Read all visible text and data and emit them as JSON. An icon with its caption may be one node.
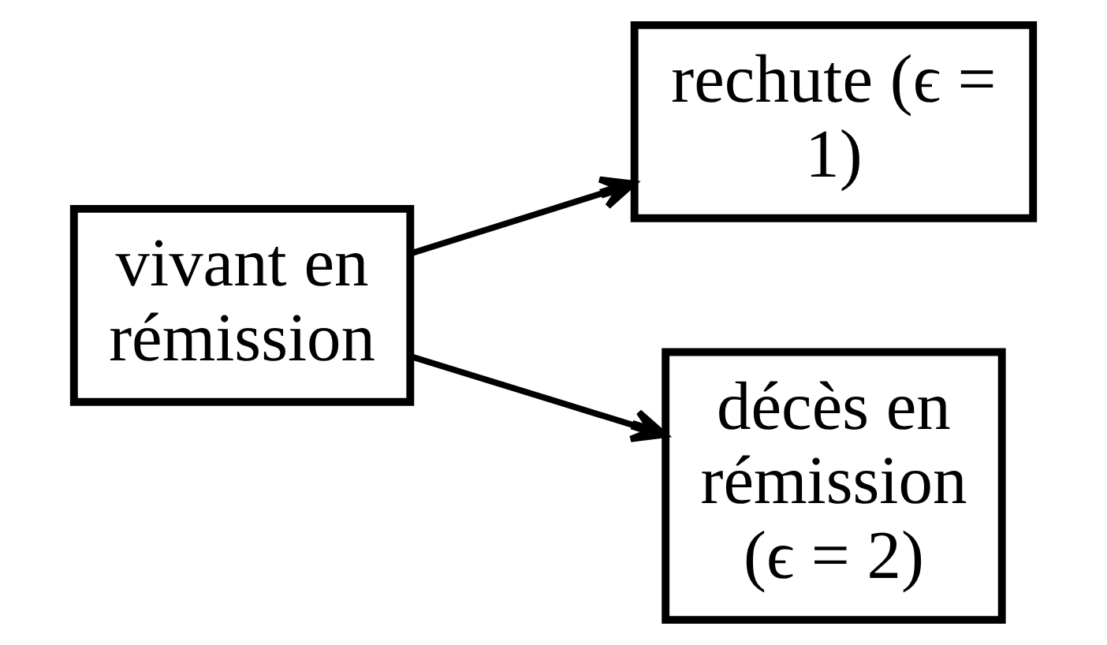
{
  "diagram": {
    "nodes": [
      {
        "text": [
          "vivant en rémission"
        ]
      },
      {
        "text": [
          "rechute (ϵ = 1)"
        ]
      },
      {
        "text": [
          "décès en rémission (ϵ = 2)"
        ]
      }
    ],
    "edges": [
      {
        "from": 0,
        "to": 1,
        "arrow": "to"
      },
      {
        "from": 0,
        "to": 2,
        "arrow": "to"
      }
    ]
  }
}
